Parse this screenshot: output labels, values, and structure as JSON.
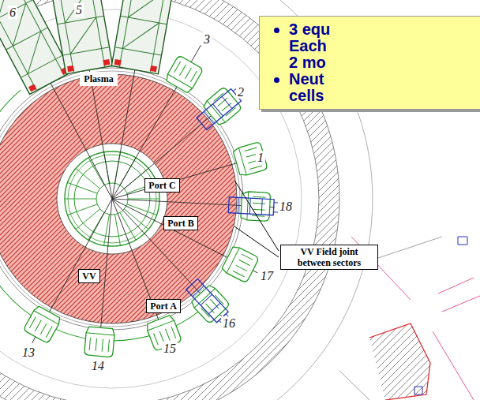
{
  "diagram": {
    "nodes": [
      {
        "text": [
          "3 equ Each 2 mo",
          "Neut cells"
        ]
      },
      {
        "text": [
          "Plasma"
        ]
      },
      {
        "text": [
          "Port C"
        ]
      },
      {
        "text": [
          "Port B"
        ]
      },
      {
        "text": [
          "VV Field joint between sectors"
        ]
      },
      {
        "text": [
          "VV"
        ]
      },
      {
        "text": [
          "Port A"
        ]
      }
    ],
    "labels": [
      "6",
      "5",
      "3",
      "2",
      "1",
      "18",
      "17",
      "16",
      "15",
      "14",
      "13"
    ]
  }
}
